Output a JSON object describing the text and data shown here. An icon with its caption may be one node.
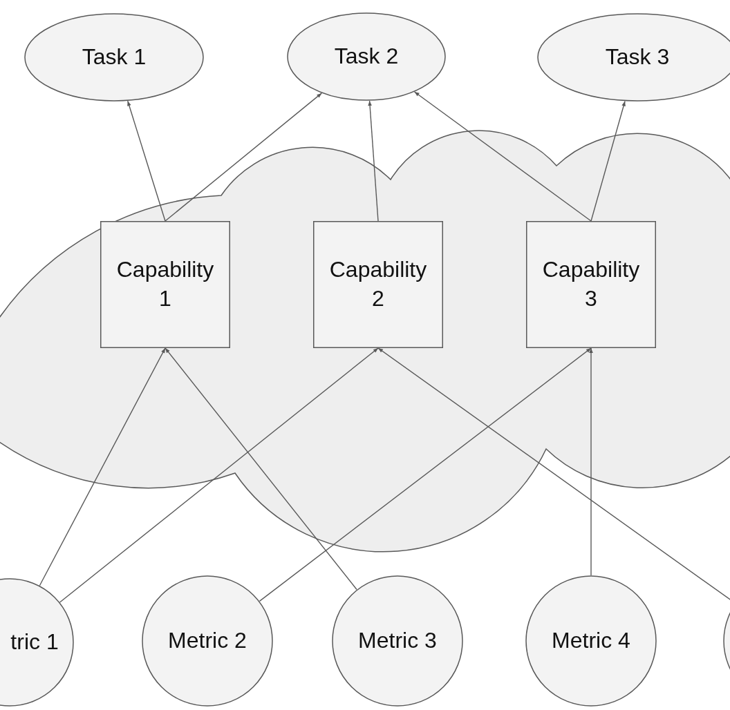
{
  "diagram": {
    "nodes": [
      {
        "text": [
          "Task 1"
        ]
      },
      {
        "text": [
          "Task 2"
        ]
      },
      {
        "text": [
          "Task 3"
        ]
      },
      {
        "text": [],
        "shape": "cloud"
      },
      {
        "text": [
          "Capability 1"
        ],
        "in": 3
      },
      {
        "text": [
          "Capability 2"
        ],
        "in": 3
      },
      {
        "text": [
          "Capability 3"
        ],
        "in": 3
      },
      {
        "text": [
          "tric 1"
        ]
      },
      {
        "text": [
          "Metric 2"
        ]
      },
      {
        "text": [
          "Metric 3"
        ]
      },
      {
        "text": [
          "Metric 4"
        ]
      },
      {
        "text": [],
        "shape": "circle"
      }
    ],
    "edges": [
      {
        "from": 4,
        "to": 0,
        "arrow": "to"
      },
      {
        "from": 4,
        "to": 1,
        "arrow": "to"
      },
      {
        "from": 5,
        "to": 1,
        "arrow": "to"
      },
      {
        "from": 6,
        "to": 1,
        "arrow": "to"
      },
      {
        "from": 6,
        "to": 2,
        "arrow": "to"
      },
      {
        "from": 7,
        "to": 4,
        "arrow": "to"
      },
      {
        "from": 7,
        "to": 5,
        "arrow": "to"
      },
      {
        "from": 8,
        "to": 6,
        "arrow": "to"
      },
      {
        "from": 9,
        "to": 4,
        "arrow": "to"
      },
      {
        "from": 10,
        "to": 6,
        "arrow": "to"
      },
      {
        "from": 11,
        "to": 5,
        "arrow": "to"
      }
    ]
  }
}
